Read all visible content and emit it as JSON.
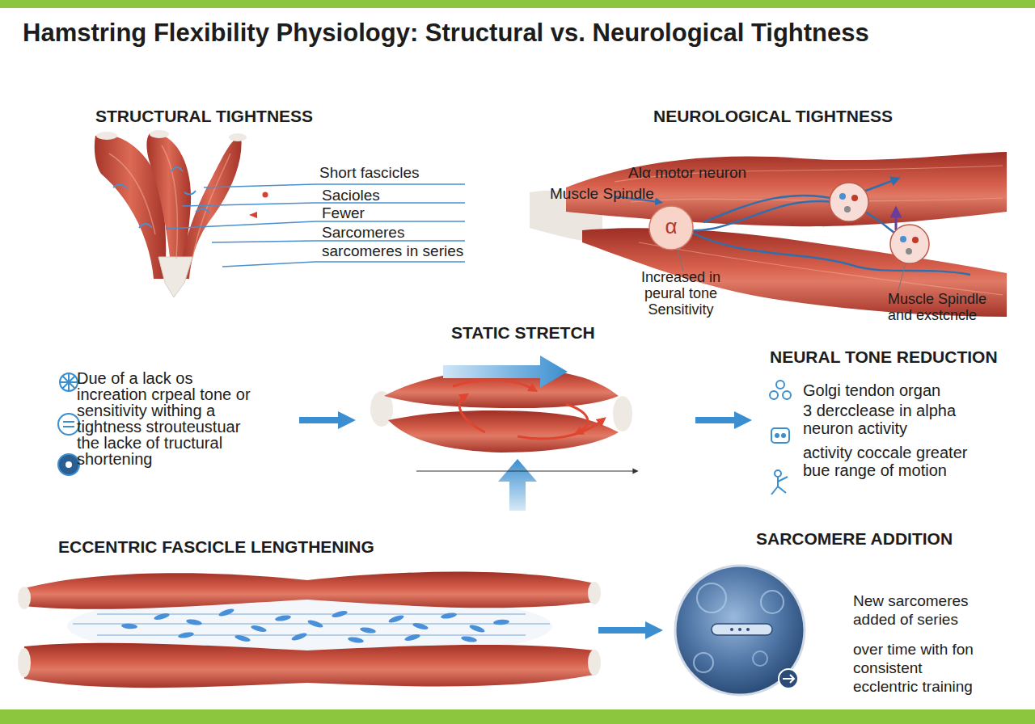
{
  "diagram": {
    "title": "Hamstring Flexibility Physiology: Structural vs. Neurological Tightness",
    "nodes": [
      {
        "text": [
          "STRUCTURAL TIGHTNESS"
        ]
      },
      {
        "text": [
          "NEUROLOGICAL TIGHTNESS"
        ]
      },
      {
        "text": [
          "Due of a lack os increation crpeal tone or sensitivity withing a tightness strouteustuar the lacke of tructural shortening"
        ]
      },
      {
        "text": [
          "STATIC STRETCH"
        ]
      },
      {
        "text": [
          "NEURAL TONE REDUCTION",
          "Golgi tendon organ",
          "3 dercclease in alpha neuron activity",
          "activity coccale greater bue range of motion"
        ]
      },
      {
        "text": [
          "ECCENTRIC FASCICLE LENGTHENING"
        ]
      },
      {
        "text": [
          "SARCOMERE ADDITION",
          "New sarcomeres added of series",
          "over time with fon consistent ecclentric training"
        ]
      }
    ],
    "edges": [
      {
        "from": 2,
        "to": 3,
        "arrow": "to"
      },
      {
        "from": 3,
        "to": 4,
        "arrow": "to"
      },
      {
        "from": 5,
        "to": 6,
        "arrow": "to"
      }
    ],
    "labels": [
      "Short fascicles",
      "Sacioles",
      "Fewer",
      "Sarcomeres",
      "sarcomeres in series",
      "Alα motor neuron",
      "Muscle Spindle",
      "α",
      "Increased in peural tone Sensitivity",
      "Muscle Spindle and exstcncle"
    ]
  }
}
